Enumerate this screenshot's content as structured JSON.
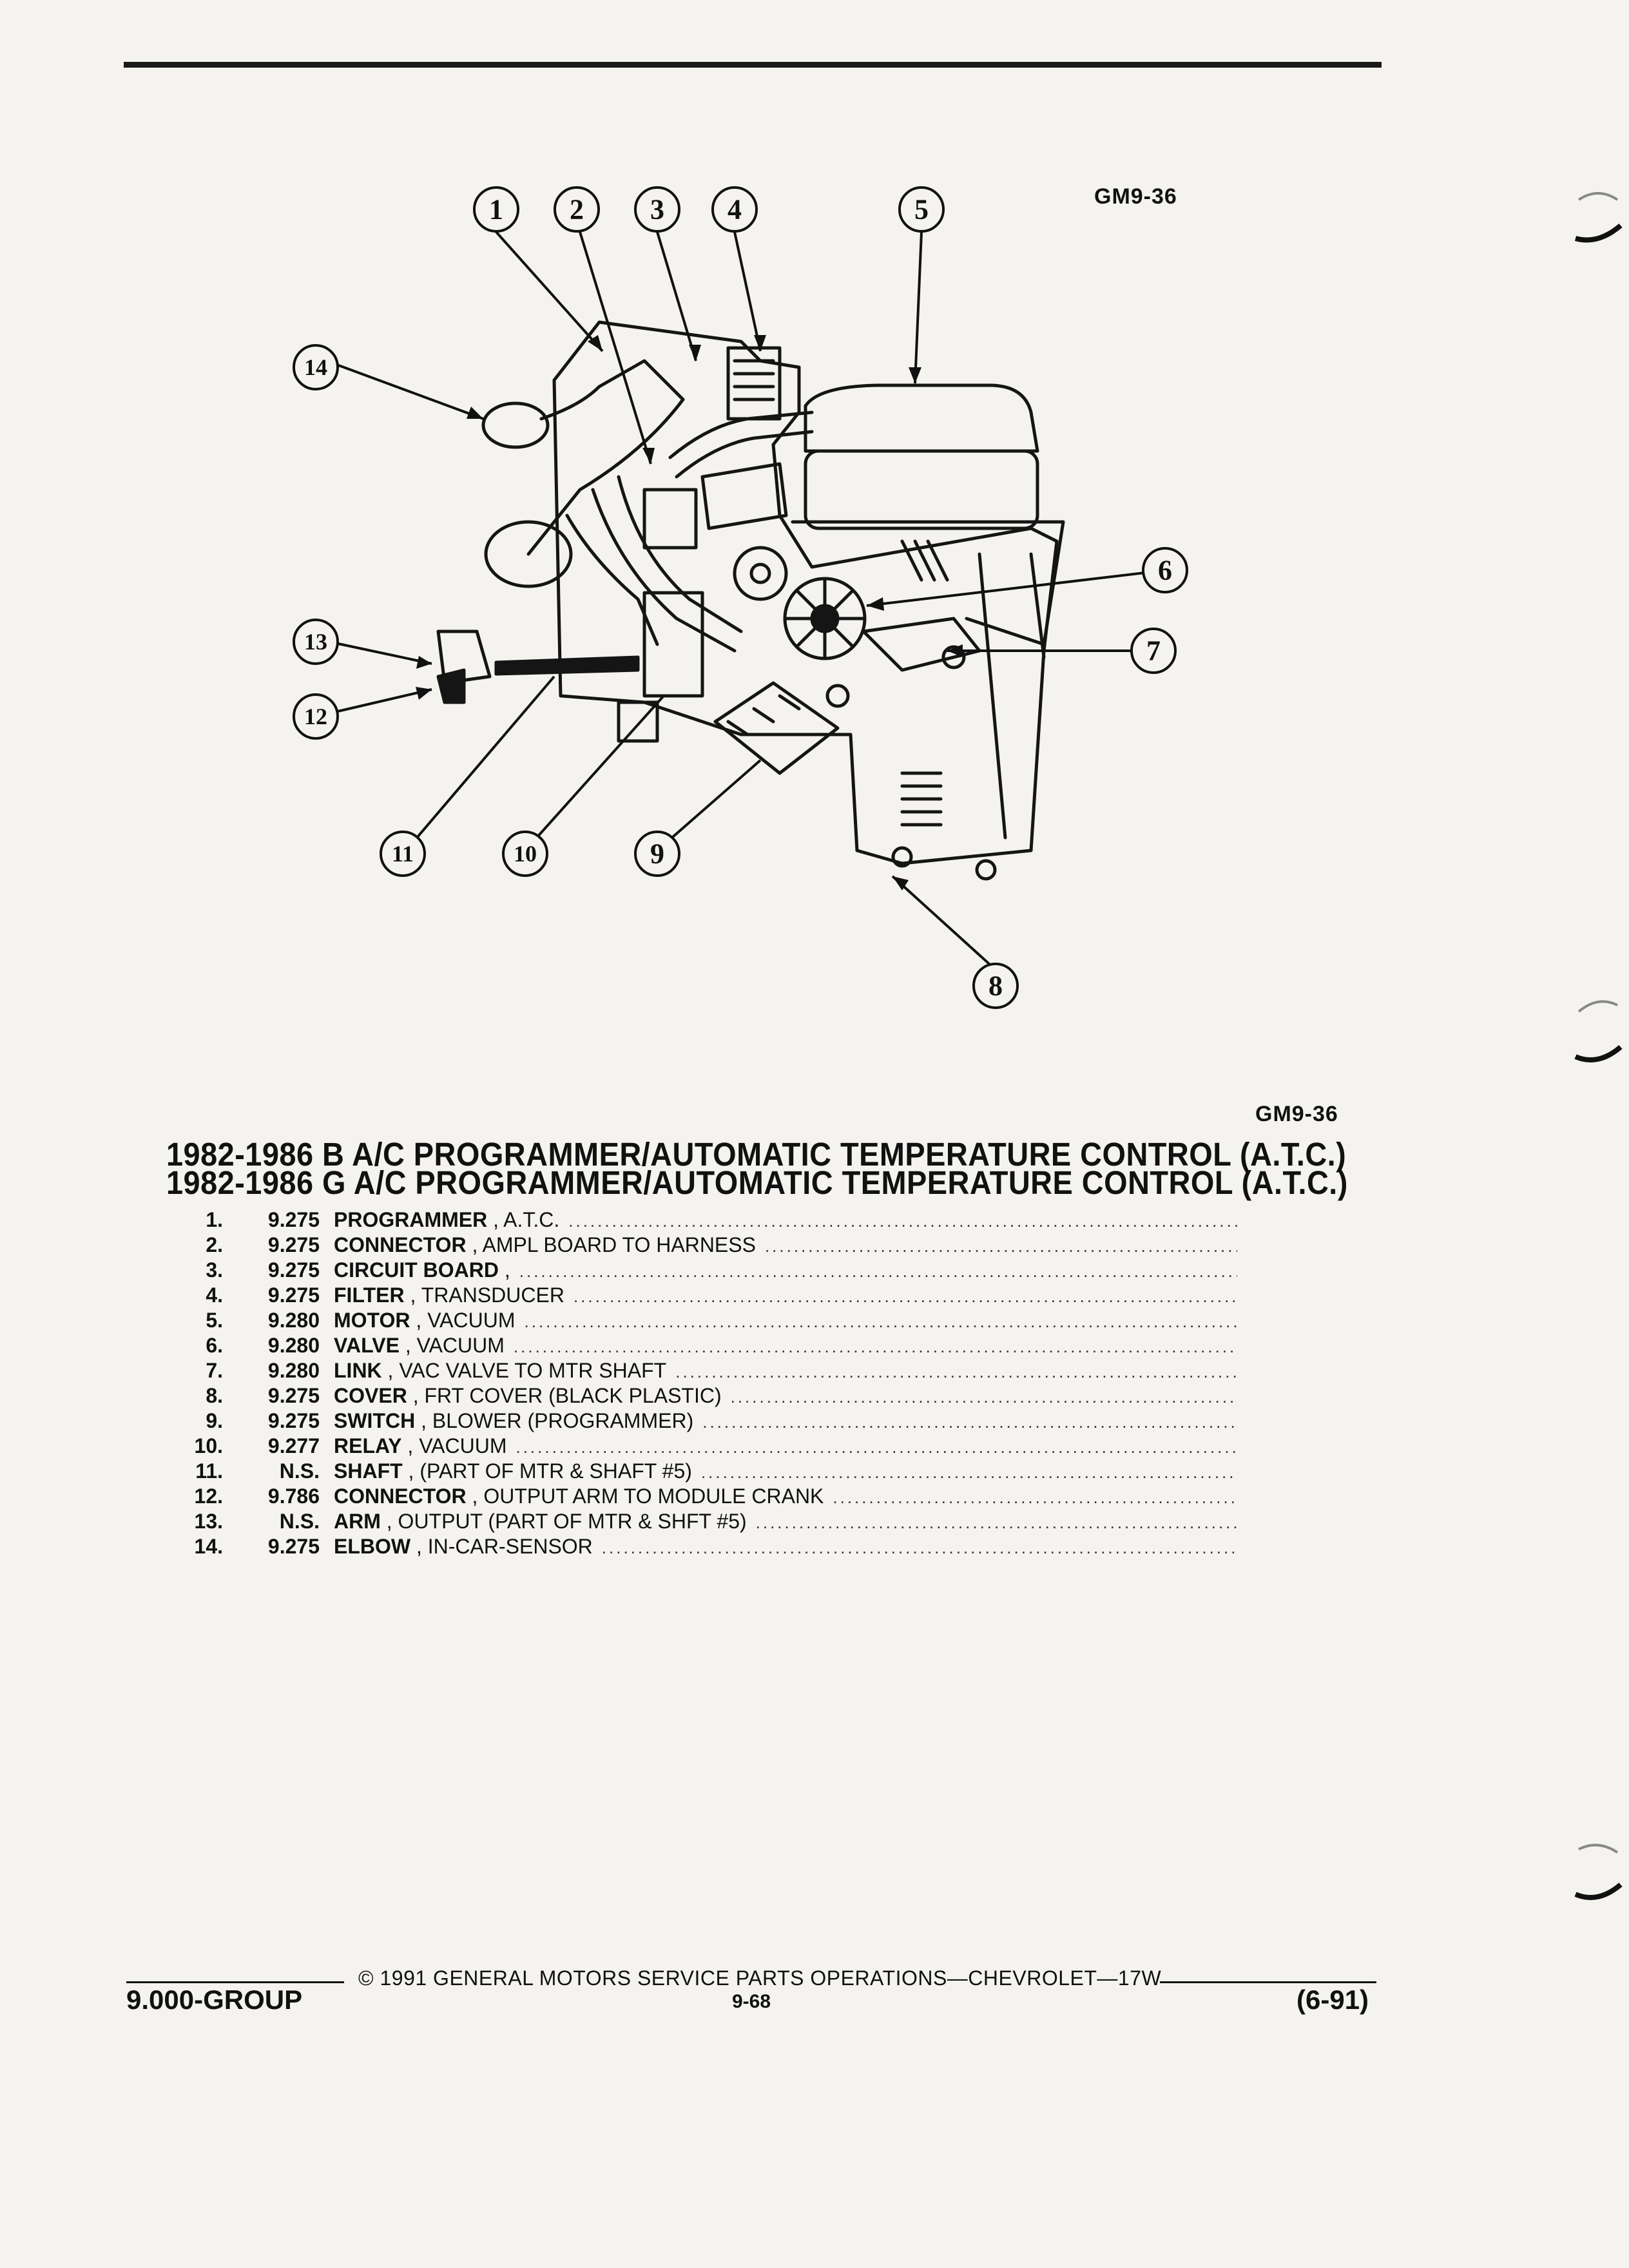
{
  "figure_id_top": "GM9-36",
  "figure_id_bottom": "GM9-36",
  "callouts": [
    "1",
    "2",
    "3",
    "4",
    "5",
    "6",
    "7",
    "8",
    "9",
    "10",
    "11",
    "12",
    "13",
    "14"
  ],
  "titles": [
    "1982-1986 B A/C PROGRAMMER/AUTOMATIC TEMPERATURE CONTROL (A.T.C.)",
    "1982-1986 G A/C PROGRAMMER/AUTOMATIC TEMPERATURE CONTROL (A.T.C.)"
  ],
  "parts": [
    {
      "num": "1.",
      "group": "9.275",
      "name": "PROGRAMMER",
      "desc": ", A.T.C."
    },
    {
      "num": "2.",
      "group": "9.275",
      "name": "CONNECTOR",
      "desc": ", AMPL BOARD TO HARNESS"
    },
    {
      "num": "3.",
      "group": "9.275",
      "name": "CIRCUIT BOARD",
      "desc": ","
    },
    {
      "num": "4.",
      "group": "9.275",
      "name": "FILTER",
      "desc": ", TRANSDUCER"
    },
    {
      "num": "5.",
      "group": "9.280",
      "name": "MOTOR",
      "desc": ", VACUUM"
    },
    {
      "num": "6.",
      "group": "9.280",
      "name": "VALVE",
      "desc": ", VACUUM"
    },
    {
      "num": "7.",
      "group": "9.280",
      "name": "LINK",
      "desc": ", VAC VALVE TO MTR SHAFT"
    },
    {
      "num": "8.",
      "group": "9.275",
      "name": "COVER",
      "desc": ", FRT COVER (BLACK PLASTIC)"
    },
    {
      "num": "9.",
      "group": "9.275",
      "name": "SWITCH",
      "desc": ", BLOWER (PROGRAMMER)"
    },
    {
      "num": "10.",
      "group": "9.277",
      "name": "RELAY",
      "desc": ", VACUUM"
    },
    {
      "num": "11.",
      "group": "N.S.",
      "name": "SHAFT",
      "desc": ", (PART OF MTR & SHAFT #5)"
    },
    {
      "num": "12.",
      "group": "9.786",
      "name": "CONNECTOR",
      "desc": ", OUTPUT ARM TO MODULE CRANK"
    },
    {
      "num": "13.",
      "group": "N.S.",
      "name": "ARM",
      "desc": ", OUTPUT (PART OF MTR & SHFT #5)"
    },
    {
      "num": "14.",
      "group": "9.275",
      "name": "ELBOW",
      "desc": ", IN-CAR-SENSOR"
    }
  ],
  "footer": {
    "copyright": "© 1991 GENERAL MOTORS SERVICE PARTS OPERATIONS—CHEVROLET—17W",
    "group": "9.000-GROUP",
    "page": "9-68",
    "date": "(6-91)"
  }
}
